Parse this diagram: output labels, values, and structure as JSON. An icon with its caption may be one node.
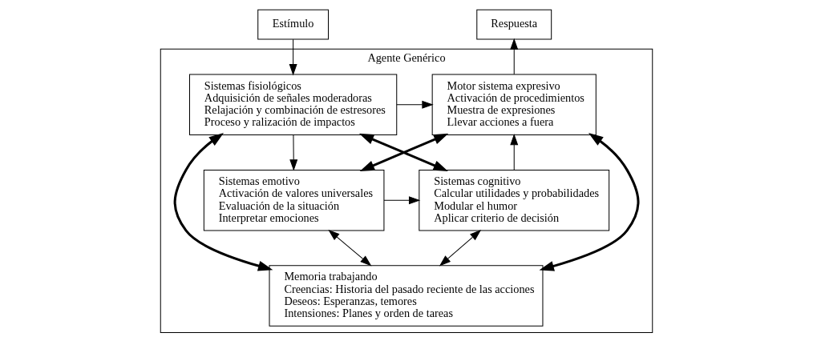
{
  "diagram": {
    "nodes": [
      {
        "text": [
          "Estímulo"
        ]
      },
      {
        "text": [
          "Agente Genérico"
        ]
      },
      {
        "text": [
          "Sistemas fisiológicos",
          "Adquisición de señales moderadoras",
          "Relajación y combinación de estresores",
          "Proceso y ralización de impactos"
        ],
        "in": 1
      },
      {
        "text": [
          "Motor sistema expresivo",
          "Activación de procedimientos",
          "Muestra de expresiones",
          "Llevar acciones a fuera"
        ],
        "in": 1
      },
      {
        "text": [
          "Sistemas emotivo",
          "Activación de valores universales",
          "Evaluación de la situación",
          "Interpretar emociones"
        ],
        "in": 1
      },
      {
        "text": [
          "Sistemas cognitivo",
          "Calcular utilidades y probabilidades",
          "Modular el humor",
          "Aplicar criterio de decisión"
        ],
        "in": 1
      },
      {
        "text": [
          "Memoria trabajando",
          "Creencias: Historia del pasado reciente de las acciones",
          "Deseos: Esperanzas, temores",
          "Intensiones: Planes y orden de tareas"
        ],
        "in": 1
      },
      {
        "text": [
          "Respuesta"
        ]
      }
    ],
    "edges": [
      {
        "from": 0,
        "to": 2,
        "arrow": "to"
      },
      {
        "from": 3,
        "to": 7,
        "arrow": "to"
      },
      {
        "from": 2,
        "to": 4,
        "arrow": "to"
      },
      {
        "from": 5,
        "to": 3,
        "arrow": "to"
      },
      {
        "from": 2,
        "to": 3,
        "arrow": "to"
      },
      {
        "from": 4,
        "to": 5,
        "arrow": "to"
      },
      {
        "from": 2,
        "to": 5,
        "arrow": "both",
        "style": "thick"
      },
      {
        "from": 4,
        "to": 3,
        "arrow": "both",
        "style": "thick"
      },
      {
        "from": 4,
        "to": 6,
        "arrow": "both"
      },
      {
        "from": 2,
        "to": 6,
        "arrow": "both",
        "style": "thick"
      },
      {
        "from": 5,
        "to": 6,
        "arrow": "both"
      },
      {
        "from": 3,
        "to": 6,
        "arrow": "both",
        "style": "thick"
      }
    ]
  }
}
